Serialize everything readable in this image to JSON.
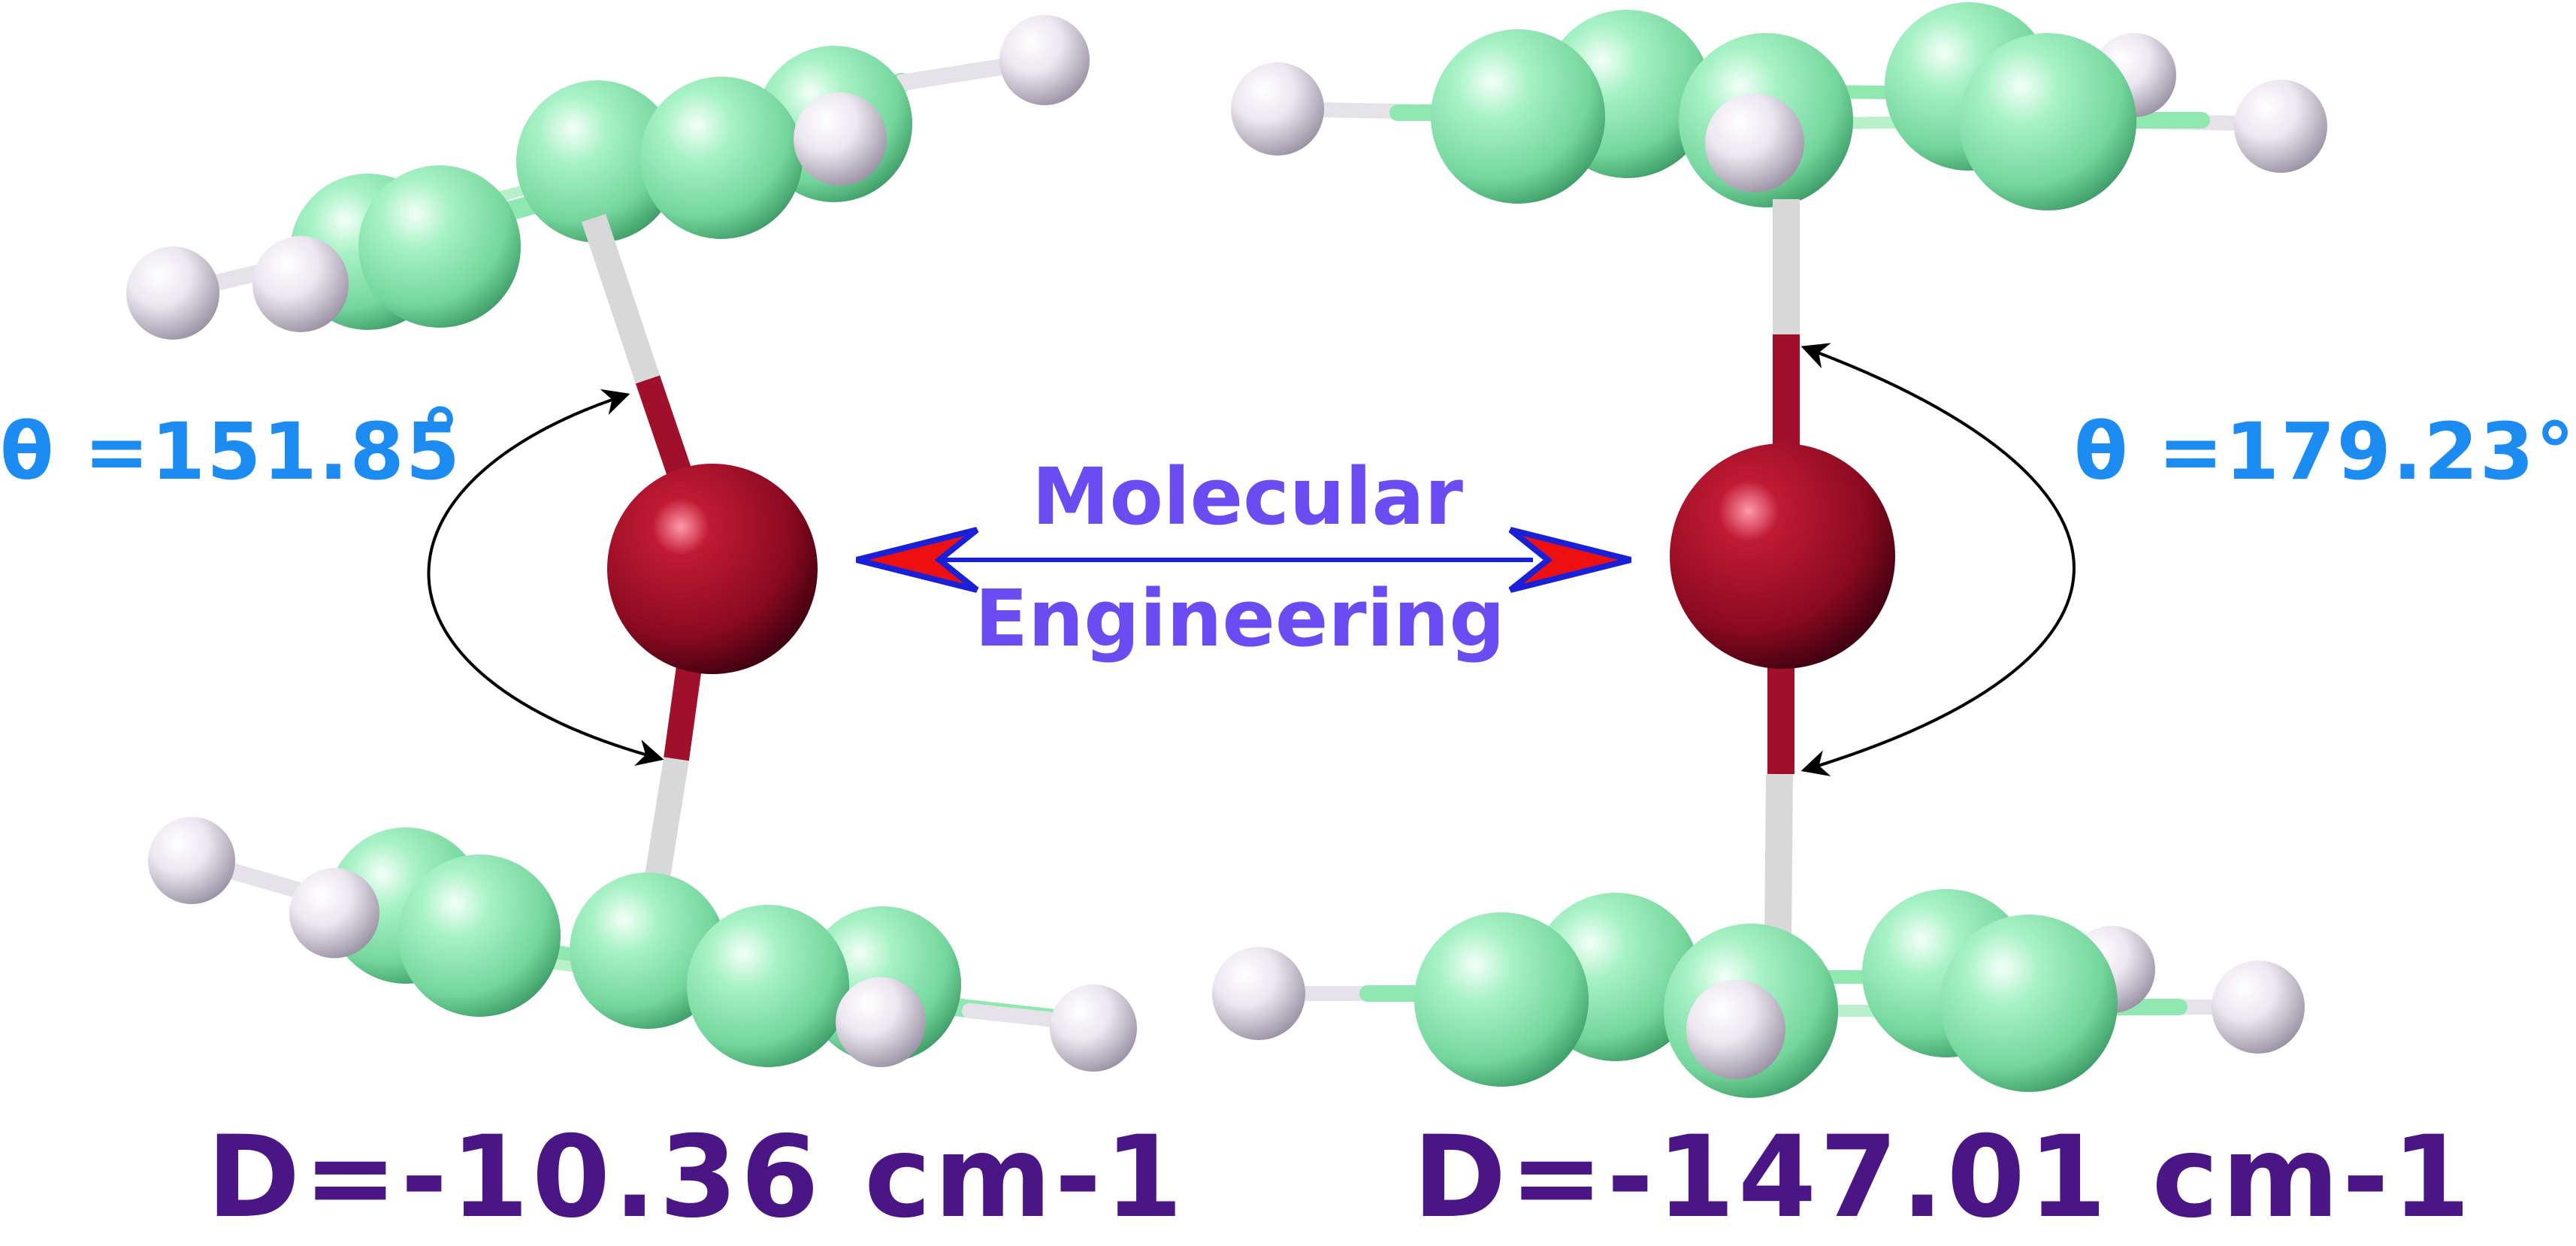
{
  "labels": {
    "left_angle": "θ =151.85",
    "left_degree": "°",
    "right_angle": "θ =179.23°",
    "center_line1": "Molecular",
    "center_line2": "Engineering",
    "left_d": "D=-10.36 cm-1",
    "right_d": "D=-147.01 cm-1"
  },
  "colors": {
    "carbon": "#8fe8b0",
    "hydrogen": "#eeeaf2",
    "metal": "#a0102a",
    "bond": "#d4d4d4",
    "arrow_shaft": "#1a20d8",
    "arrow_head": "#ee1010",
    "angle_text": "#1c8cf2",
    "center_text": "#6a4cf2",
    "d_text": "#4a1585"
  }
}
